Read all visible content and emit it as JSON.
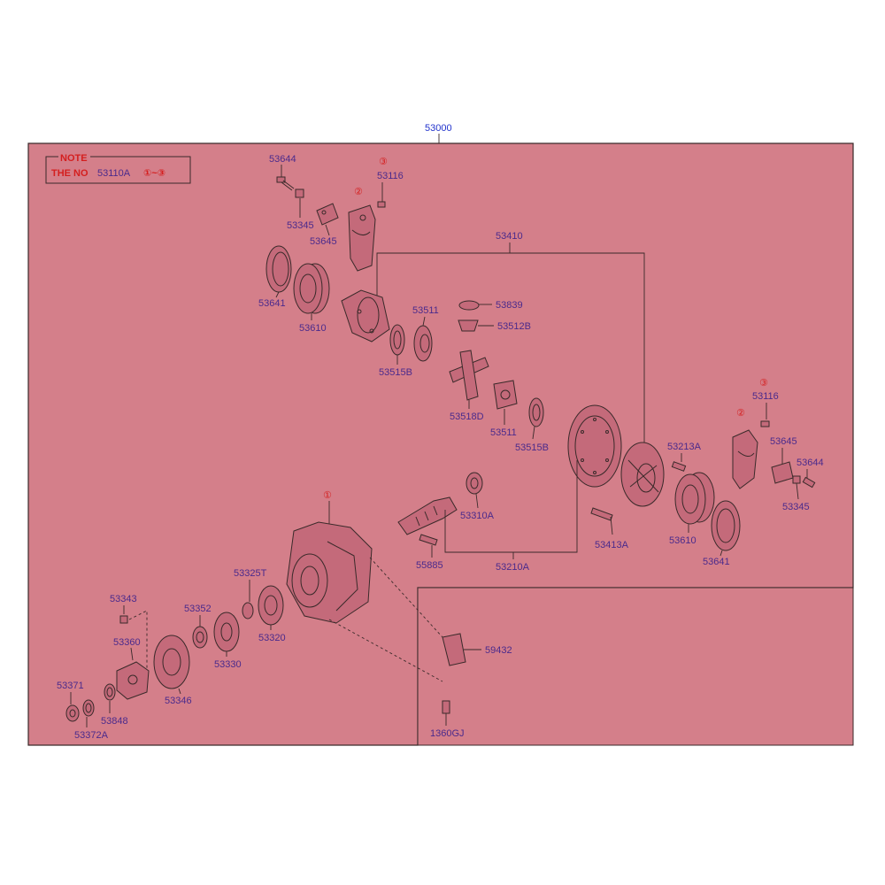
{
  "colors": {
    "background": "#d47f8a",
    "border": "#3a2a2a",
    "label": "#4a2a8c",
    "root_label": "#2233cc",
    "note": "#d41f1f"
  },
  "root_label": "53000",
  "note": {
    "heading": "NOTE",
    "prefix": "THE NO",
    "part": "53110A",
    "range": "①~③"
  },
  "markers": {
    "m1": "①",
    "m2": "②",
    "m3": "③"
  },
  "labels": {
    "l53644a": "53644",
    "l53116a": "53116",
    "l53345a": "53345",
    "l53645a": "53645",
    "l53641a": "53641",
    "l53610a": "53610",
    "l53410": "53410",
    "l53839": "53839",
    "l53511a": "53511",
    "l53512b": "53512B",
    "l53515ba": "53515B",
    "l53518d": "53518D",
    "l53511b": "53511",
    "l53515bb": "53515B",
    "l53116b": "53116",
    "l53645b": "53645",
    "l53644b": "53644",
    "l53345b": "53345",
    "l53213a": "53213A",
    "l53610b": "53610",
    "l53641b": "53641",
    "l53413a": "53413A",
    "l53310a": "53310A",
    "l55885": "55885",
    "l53210a": "53210A",
    "l53325t": "53325T",
    "l53343": "53343",
    "l53352": "53352",
    "l53360": "53360",
    "l53330": "53330",
    "l53320": "53320",
    "l59432": "59432",
    "l53371": "53371",
    "l53346": "53346",
    "l53848": "53848",
    "l53372a": "53372A",
    "l1360gj": "1360GJ"
  }
}
